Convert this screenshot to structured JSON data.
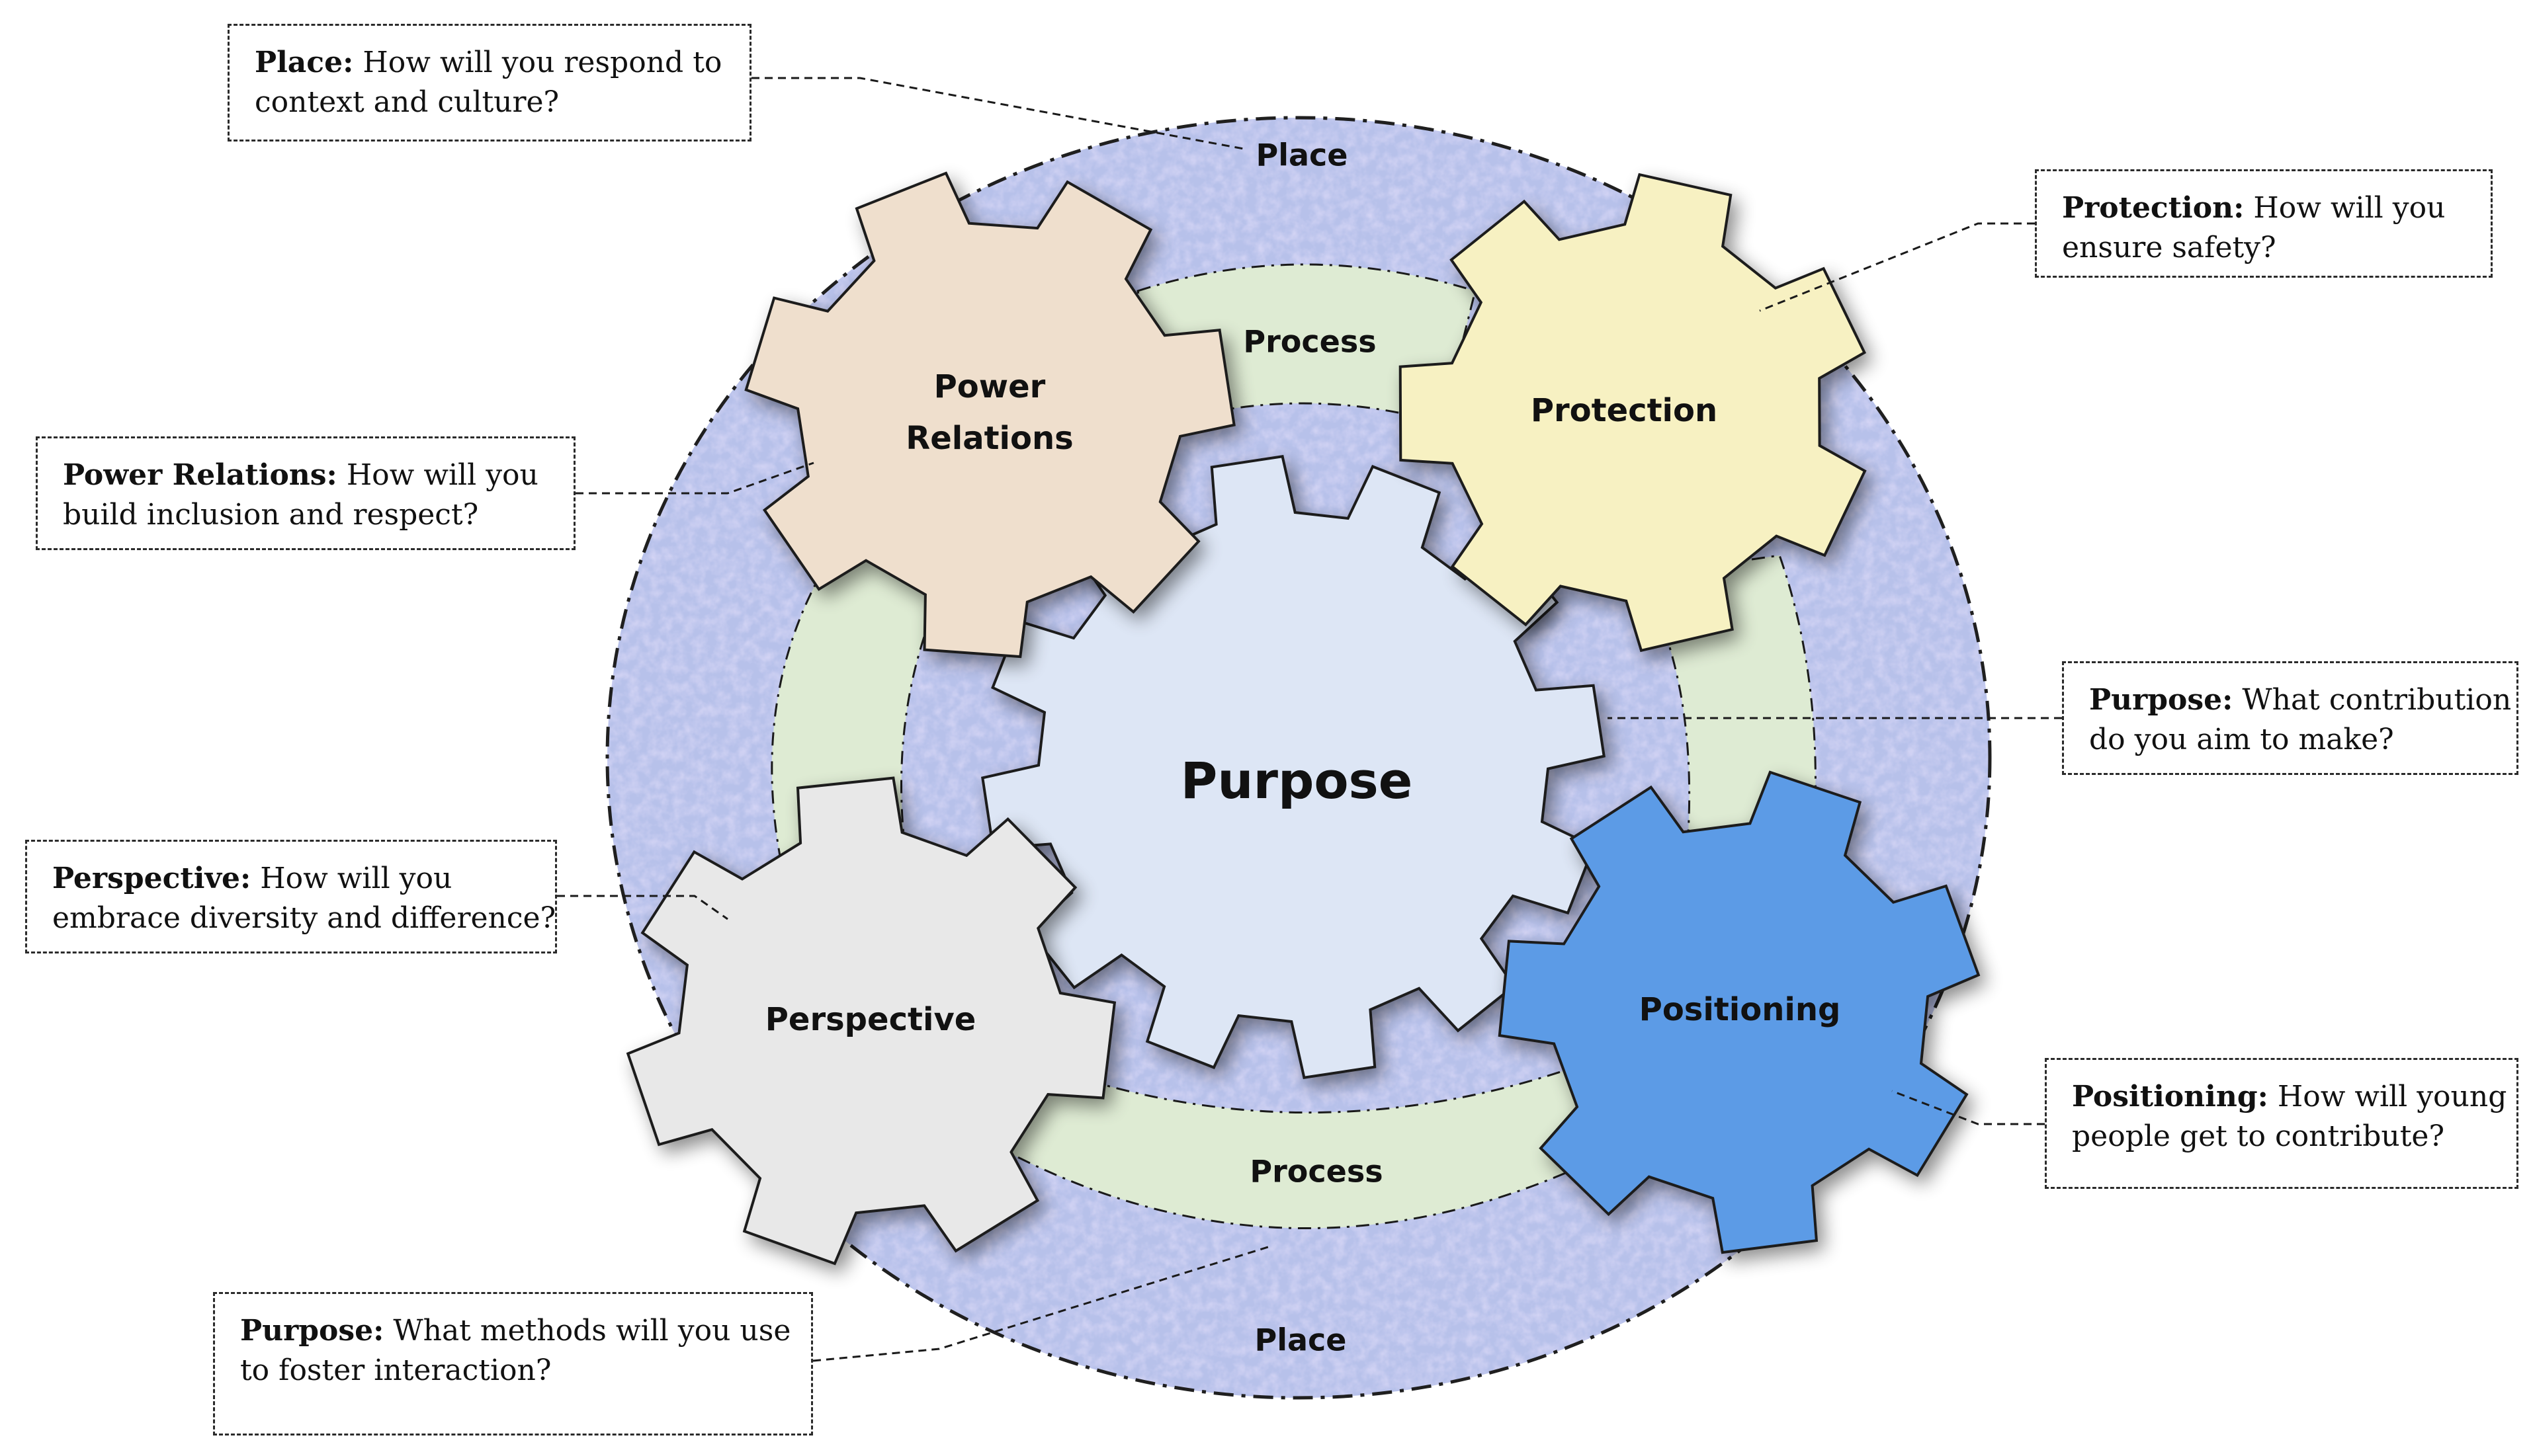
{
  "outer_ring": {
    "label_top": "Place",
    "label_bottom": "Place",
    "fill": "#b7c1ea",
    "fill_light": "#cfd7f4",
    "fill_pink": "#d9c3e4"
  },
  "process_bands": {
    "label_top": "Process",
    "label_bottom": "Process",
    "fill": "#deebd3"
  },
  "gears": {
    "purpose": {
      "label": "Purpose",
      "color": "#dde6f5"
    },
    "power_relations": {
      "line1": "Power",
      "line2": "Relations",
      "color": "#efdfcd"
    },
    "protection": {
      "label": "Protection",
      "color": "#f7f1c2"
    },
    "perspective": {
      "label": "Perspective",
      "color": "#e8e8e8"
    },
    "positioning": {
      "label": "Positioning",
      "color": "#5b9be6"
    }
  },
  "callouts": {
    "place": {
      "title": "Place:",
      "line1": "How will you respond to",
      "line2": "context and culture?"
    },
    "protection": {
      "title": "Protection:",
      "line1": "How will you",
      "line2": "ensure safety?"
    },
    "power_relations": {
      "title": "Power Relations:",
      "line1": "How will you",
      "line2": "build inclusion and respect?"
    },
    "purpose_contribution": {
      "title": "Purpose:",
      "line1": "What contribution",
      "line2": "do you aim to make?"
    },
    "perspective": {
      "title": "Perspective:",
      "line1": "How will you",
      "line2": "embrace diversity and difference?"
    },
    "positioning": {
      "title": "Positioning:",
      "line1": "How will young",
      "line2": "people get to contribute?"
    },
    "purpose_methods": {
      "title": "Purpose:",
      "line1": "What methods will you use",
      "line2": "to foster interaction?"
    }
  }
}
